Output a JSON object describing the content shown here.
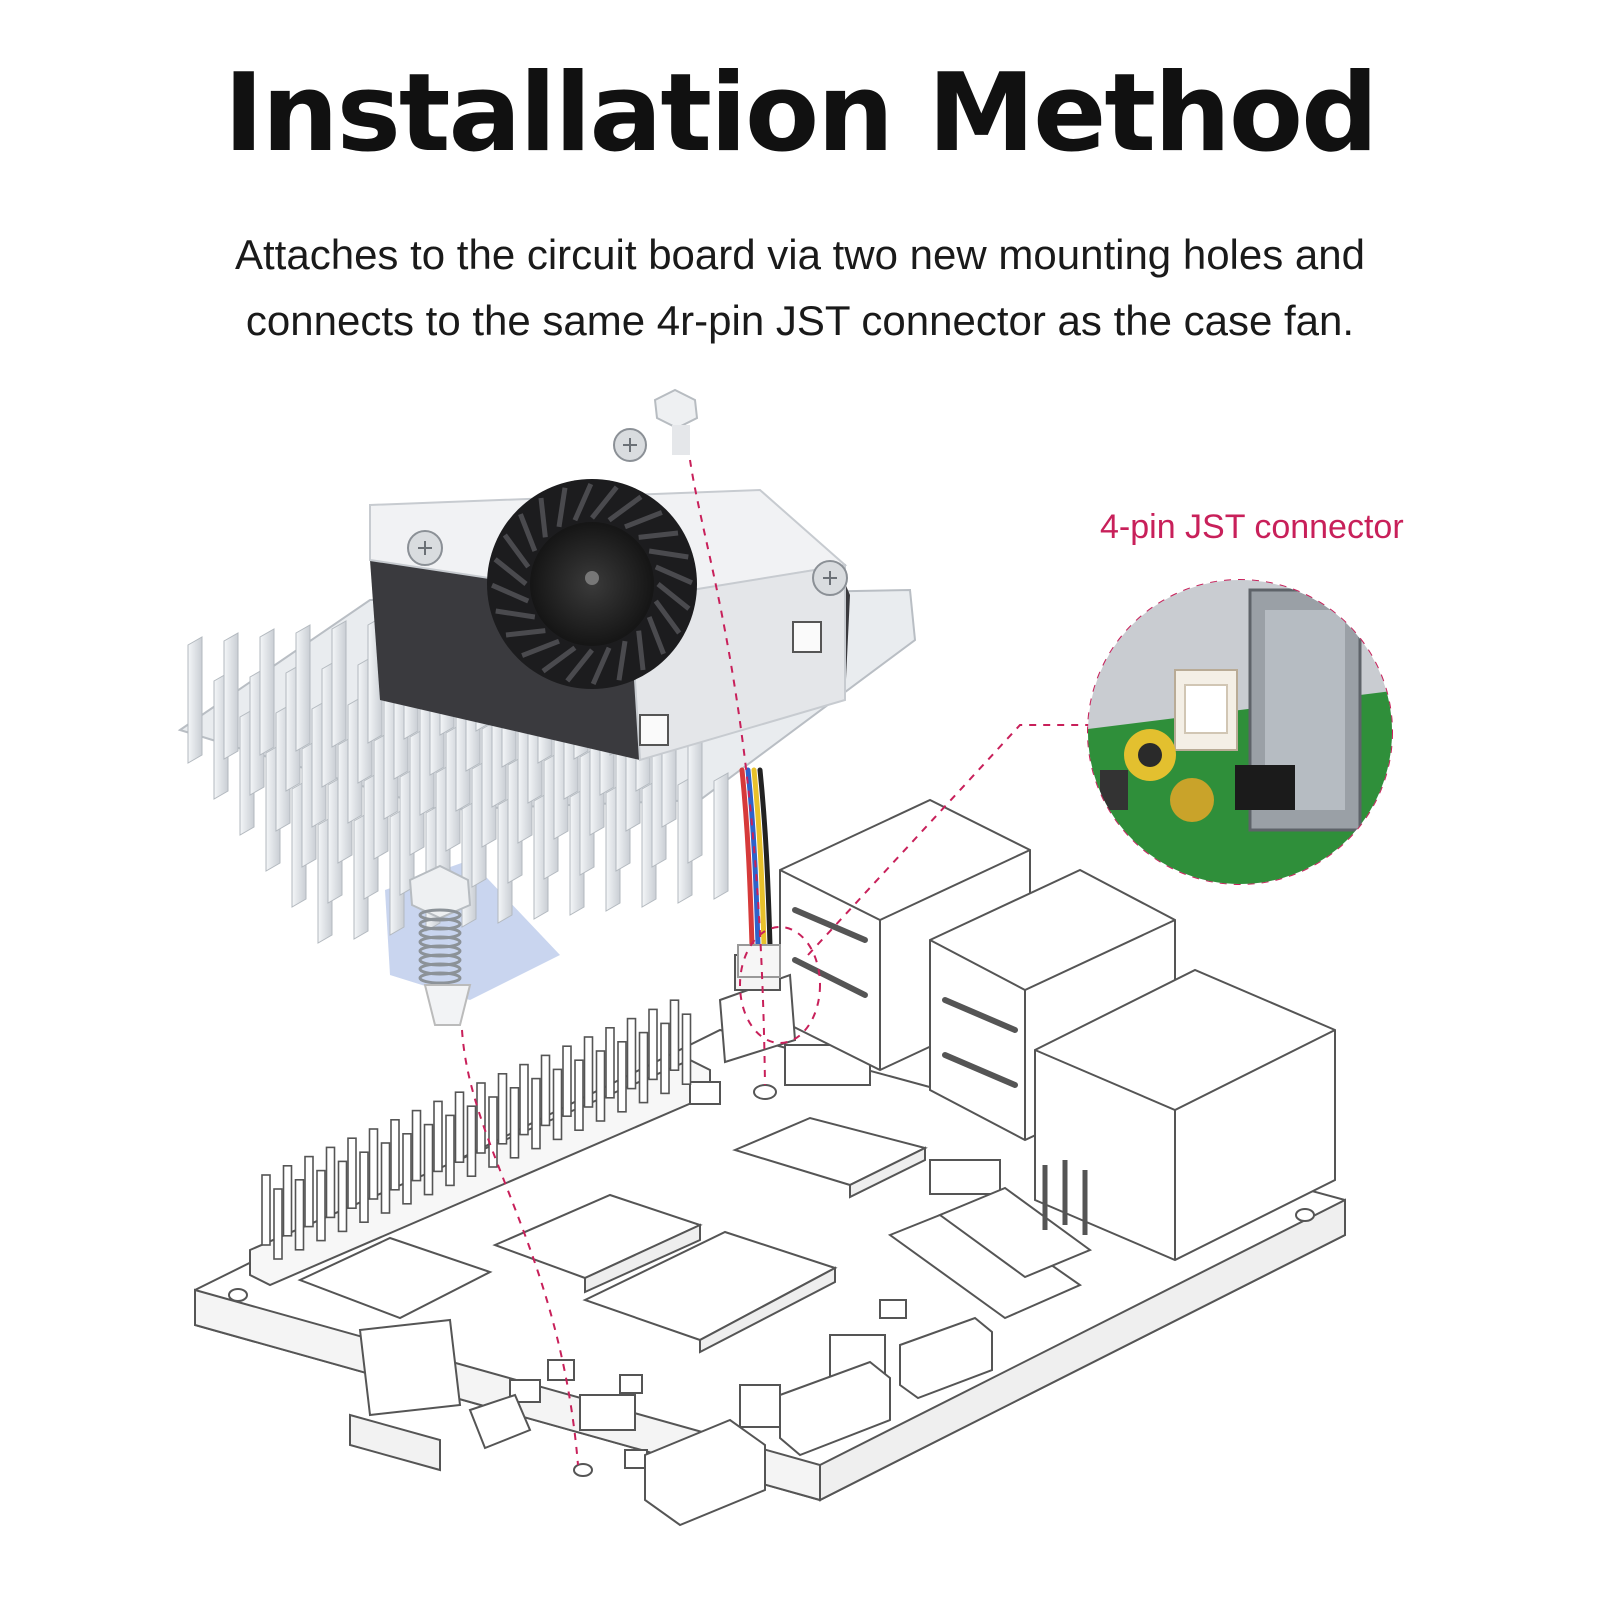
{
  "heading": {
    "title": "Installation Method",
    "line1": "Attaches to the circuit board via two new mounting holes and",
    "line2": "connects to the same 4r-pin JST connector as the case fan."
  },
  "callout": {
    "label": "4-pin JST connector"
  },
  "colors": {
    "accent": "#c8205a",
    "text": "#111111",
    "line_art": "#555555",
    "pcb_green": "#2f8f3a",
    "heatsink": "#d9dde2"
  }
}
